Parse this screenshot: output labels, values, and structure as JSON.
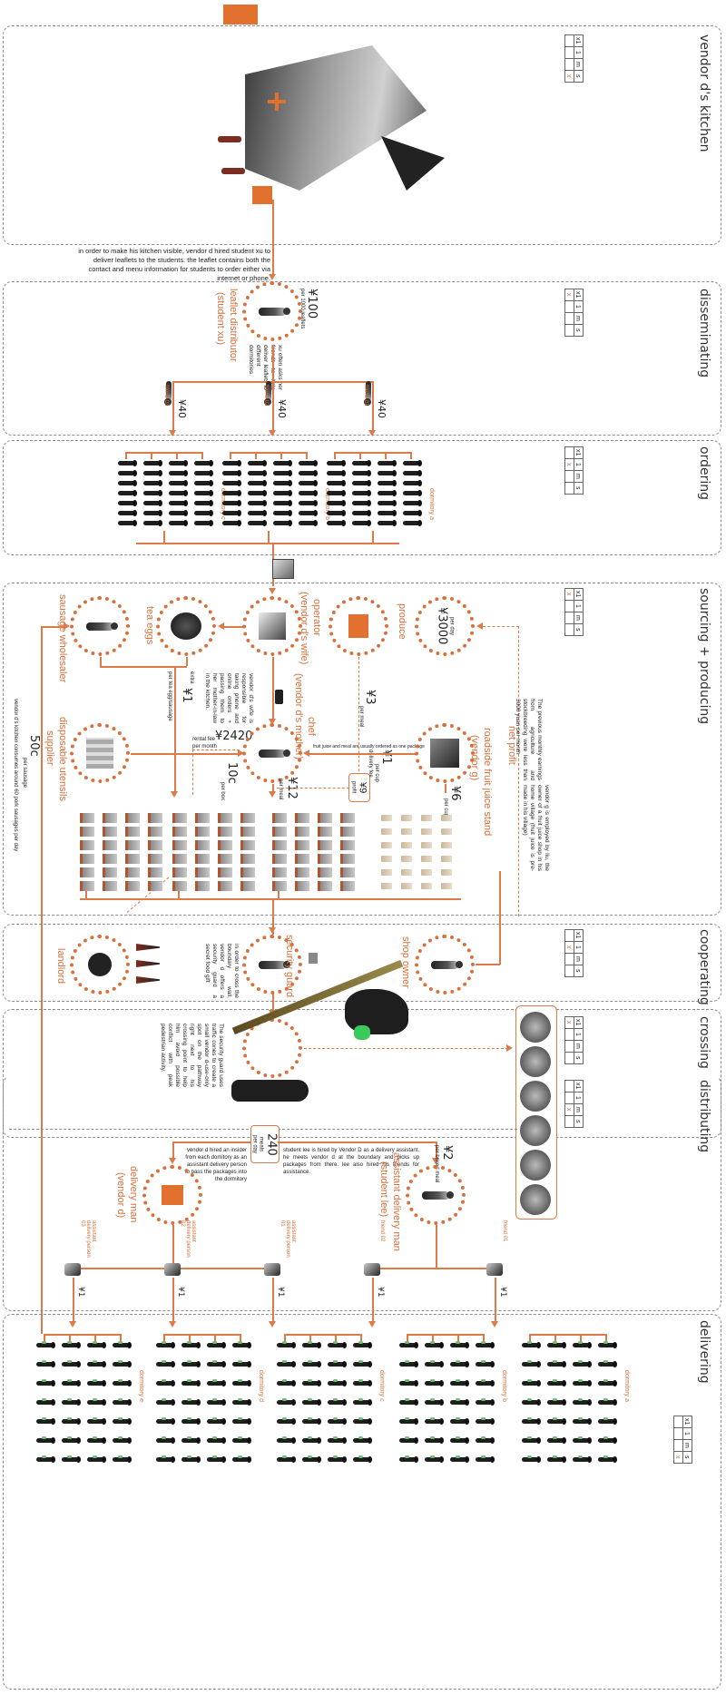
{
  "colors": {
    "accent": "#d7703c",
    "line": "#dc7a4a",
    "dash": "#8d8d8d"
  },
  "legend": {
    "headers": [
      "x1",
      "1",
      "m",
      "s"
    ],
    "mark": "x"
  },
  "sections": {
    "kitchen": {
      "title": "vendor d's kitchen",
      "mark_index": 3
    },
    "disseminating": {
      "title": "disseminating",
      "mark_index": 0
    },
    "ordering": {
      "title": "ordering",
      "mark_index": 1
    },
    "sourcing": {
      "title": "sourcing + producing",
      "mark_index": 0
    },
    "cooperating": {
      "title": "cooperating",
      "mark_index": 1
    },
    "crossing": {
      "title": "crossing",
      "mark_index": 0
    },
    "distributing": {
      "title": "distributing",
      "mark_index": 2
    },
    "delivering": {
      "title": "delivering",
      "mark_index": 3
    }
  },
  "intro": "in order to make his kitchen visible, vendor d hired student xu to deliver leaflets to the students. the leaflet contains both the contact and menu information for students to order either via internet or phone.",
  "disseminating": {
    "price": "¥100",
    "price_unit": "per 1000 leaflets",
    "role": "leaflet distributor",
    "role_sub": "(student xu)",
    "note": "xu often asks her friends to help deliver leaflets to different dormitories.",
    "friends": [
      {
        "label": "friend 03",
        "fee": "¥40"
      },
      {
        "label": "friend 02",
        "fee": "¥40"
      },
      {
        "label": "friend 01",
        "fee": "¥40"
      }
    ]
  },
  "ordering": {
    "dorms": [
      "dormitory c",
      "dormitory b",
      "dormitory a"
    ]
  },
  "sourcing": {
    "sausage": "sausage wholesaler",
    "tea_eggs": "tea eggs",
    "operator": "operator",
    "operator_sub": "(vendor d's wife)",
    "produce": "produce",
    "daily": "¥3000",
    "daily_unit": "per day",
    "operator_note": "vendor d's wife is responsible for taking phone and online orders + passing them to her mother-in-law in the kitchen.",
    "extra_price": "¥1",
    "extra_prefix": "extra",
    "extra_unit": "per tea egg/sausage",
    "chef": "chef",
    "chef_sub": "(vendor d's mother)",
    "produce_price": "¥3",
    "produce_unit": "per meal",
    "net_profit": "net profit",
    "net_note": "The previous monthly earnings from agriculture and stockbreeding were less than 3000 yuan per month",
    "juice": "roadside fruit juice stand",
    "juice_sub": "(vendor g)",
    "juice_note": "vendor g is employed by liu, the owner of a fruit juice shop in his home village (fruit juice is pre-made in his village)",
    "package_note": "fruit juice and meal are usually ordered as one package",
    "cup_price": "¥6",
    "cup_unit": "per cup",
    "delivery_fee": "¥1",
    "delivery_fee_unit": "per cup",
    "delivery_fee_label": "delivery fee",
    "profit": "¥9",
    "profit_label": "profit",
    "meal_price": "¥12",
    "meal_unit": "per meal",
    "utensils": "disposable utensils",
    "utensils_sub": "supplier",
    "rental_label": "rental fee",
    "rental": "¥2420",
    "rental_unit": "per month",
    "box_price": "10c",
    "box_unit": "per box",
    "sausage_price": "50c",
    "sausage_unit": "per sausage",
    "sausage_note": "vendor d's kitchen consumes around 60 pork sausages per day"
  },
  "cooperating": {
    "shop_owner": "shop owner",
    "security": "security guard",
    "security_note": "in order to cross the boundary wall, vendor d offers a security guard a secret food gift",
    "landlord": "landlord"
  },
  "crossing": {
    "note": "The security guard uses traffic cones to create a small vendor d-use-only spot on the pathway right next to his crossing point to help him avoid possible conflict with peak pedestrian activity."
  },
  "distributing": {
    "meals": "240",
    "meals_unit": "meals",
    "meals_unit2": "per day",
    "insider_note": "vendor d hired an insider from each domitory as an assistant delivery person to pass the packages into the dormitory",
    "lee_note": "student lee is hired by Vendor D as a delivery assistant. he meets vendor d at the boundary and picks up packages from there. lee also hired his friends for assistance.",
    "lee_price": "¥2",
    "lee_unit": "per boxed meal",
    "vendor_role": "delivery man",
    "vendor_sub": "(vendor d)",
    "lee_role": "assistant delivery man",
    "lee_sub": "(student lee)",
    "helpers": [
      {
        "label": "assistant delivery person 03",
        "fee": "¥1"
      },
      {
        "label": "assistant delivery person 02",
        "fee": "¥1"
      },
      {
        "label": "assistant delivery person 01",
        "fee": "¥1"
      },
      {
        "label": "friend 02",
        "fee": "¥1"
      },
      {
        "label": "friend 01",
        "fee": "¥1"
      }
    ]
  },
  "delivering": {
    "dorms": [
      "dormitory e",
      "dormitory d",
      "dormitory c",
      "dormitory b",
      "dormitory a"
    ]
  }
}
